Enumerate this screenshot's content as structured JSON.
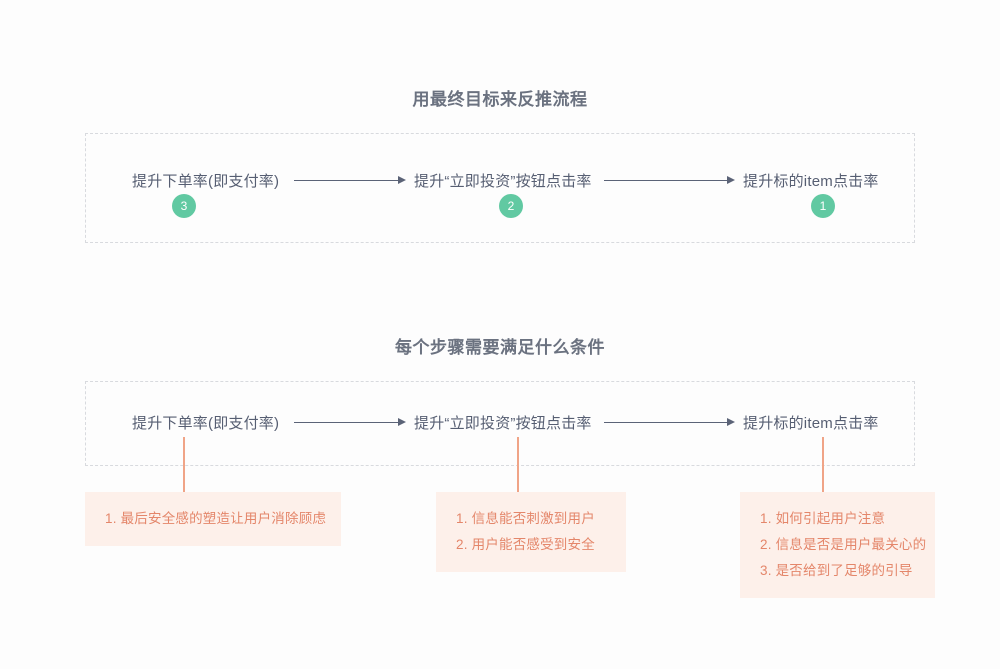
{
  "theme": {
    "background": "#fdfdfd",
    "title_color": "#6b7280",
    "node_text_color": "#565e72",
    "arrow_color": "#5b6377",
    "dashed_border_color": "#d8dade",
    "badge_green": "#61c9a2",
    "badge_text": "#ffffff",
    "connector_orange": "#f0a487",
    "condition_bg": "#fdf0ea",
    "condition_text": "#e4866a"
  },
  "sections": [
    {
      "title": "用最终目标来反推流程",
      "nodes": [
        {
          "label": "提升下单率(即支付率)",
          "badge": "3"
        },
        {
          "label": "提升“立即投资”按钮点击率",
          "badge": "2"
        },
        {
          "label": "提升标的item点击率",
          "badge": "1"
        }
      ]
    },
    {
      "title": "每个步骤需要满足什么条件",
      "nodes": [
        {
          "label": "提升下单率(即支付率)"
        },
        {
          "label": "提升“立即投资”按钮点击率"
        },
        {
          "label": "提升标的item点击率"
        }
      ],
      "conditions": [
        {
          "lines": [
            "1. 最后安全感的塑造让用户消除顾虑"
          ]
        },
        {
          "lines": [
            "1. 信息能否刺激到用户",
            "2. 用户能否感受到安全"
          ]
        },
        {
          "lines": [
            "1. 如何引起用户注意",
            "2. 信息是否是用户最关心的",
            "3. 是否给到了足够的引导"
          ]
        }
      ]
    }
  ]
}
